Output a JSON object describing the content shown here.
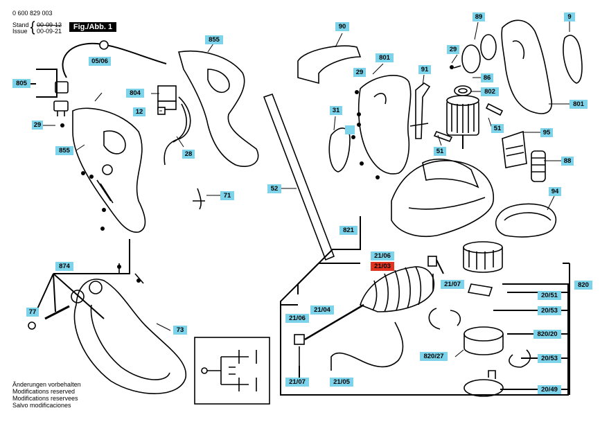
{
  "header": {
    "doc_number": "0 600 829 003",
    "stand_label": "Stand",
    "stand_date": "00-09-12",
    "issue_label": "Issue",
    "issue_date": "00-09-21",
    "figure_label": "Fig./Abb. 1"
  },
  "footer_notes": [
    "Änderungen vorbehalten",
    "Modifications reserved",
    "Modifications reservees",
    "Salvo modificaciones"
  ],
  "part_labels": [
    {
      "id": "805",
      "highlight": false
    },
    {
      "id": "05/06",
      "highlight": false
    },
    {
      "id": "29",
      "highlight": false
    },
    {
      "id": "855",
      "highlight": false
    },
    {
      "id": "804",
      "highlight": false
    },
    {
      "id": "12",
      "highlight": false
    },
    {
      "id": "28",
      "highlight": false
    },
    {
      "id": "855",
      "highlight": false
    },
    {
      "id": "71",
      "highlight": false
    },
    {
      "id": "874",
      "highlight": false
    },
    {
      "id": "77",
      "highlight": false
    },
    {
      "id": "73",
      "highlight": false
    },
    {
      "id": "90",
      "highlight": false
    },
    {
      "id": "52",
      "highlight": false
    },
    {
      "id": "801",
      "highlight": false
    },
    {
      "id": "29",
      "highlight": false
    },
    {
      "id": "31",
      "highlight": false
    },
    {
      "id": "",
      "highlight": false
    },
    {
      "id": "91",
      "highlight": false
    },
    {
      "id": "89",
      "highlight": false
    },
    {
      "id": "29",
      "highlight": false
    },
    {
      "id": "86",
      "highlight": false
    },
    {
      "id": "802",
      "highlight": false
    },
    {
      "id": "9",
      "highlight": false
    },
    {
      "id": "801",
      "highlight": false
    },
    {
      "id": "51",
      "highlight": false
    },
    {
      "id": "95",
      "highlight": false
    },
    {
      "id": "51",
      "highlight": false
    },
    {
      "id": "88",
      "highlight": false
    },
    {
      "id": "94",
      "highlight": false
    },
    {
      "id": "821",
      "highlight": false
    },
    {
      "id": "21/06",
      "highlight": false
    },
    {
      "id": "21/03",
      "highlight": true
    },
    {
      "id": "21/07",
      "highlight": false
    },
    {
      "id": "21/04",
      "highlight": false
    },
    {
      "id": "21/06",
      "highlight": false
    },
    {
      "id": "21/07",
      "highlight": false
    },
    {
      "id": "21/05",
      "highlight": false
    },
    {
      "id": "820",
      "highlight": false
    },
    {
      "id": "20/51",
      "highlight": false
    },
    {
      "id": "20/53",
      "highlight": false
    },
    {
      "id": "820/20",
      "highlight": false
    },
    {
      "id": "820/27",
      "highlight": false
    },
    {
      "id": "20/53",
      "highlight": false
    },
    {
      "id": "20/49",
      "highlight": false
    }
  ],
  "colors": {
    "label_bg": "#7dd3ea",
    "highlight_bg": "#e2331f"
  }
}
